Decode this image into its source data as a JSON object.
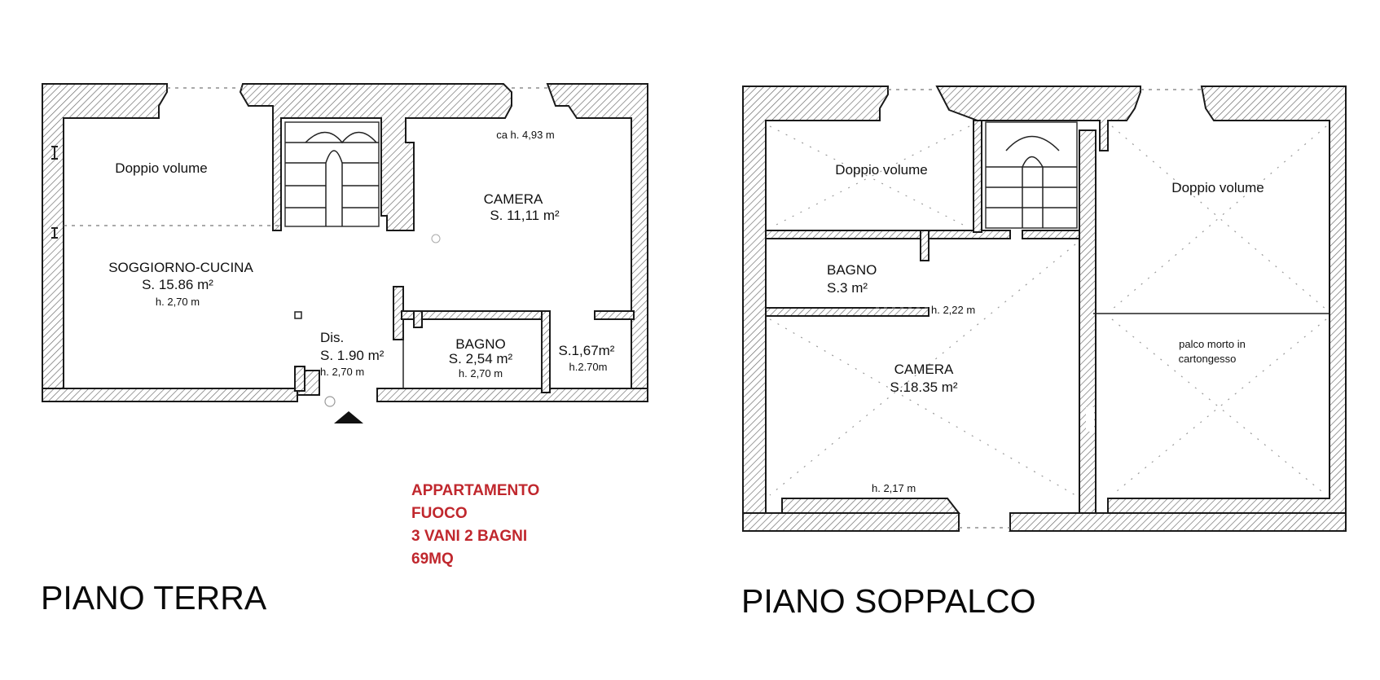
{
  "colors": {
    "accent_text": "#c0272d",
    "wall_line": "#1a1a1a"
  },
  "ground_floor": {
    "title": "PIANO TERRA",
    "rooms": {
      "doppio_volume": "Doppio volume",
      "height_note": "ca h. 4,93 m",
      "camera_name": "CAMERA",
      "camera_area": "S. 11,11 m²",
      "soggiorno_name": "SOGGIORNO-CUCINA",
      "soggiorno_area": "S. 15.86 m²",
      "soggiorno_height": "h. 2,70 m",
      "dis_name": "Dis.",
      "dis_area": "S. 1.90 m²",
      "dis_height": "h. 2,70 m",
      "bagno_name": "BAGNO",
      "bagno_area": "S. 2,54 m²",
      "bagno_height": "h. 2,70 m",
      "small_area": "S.1,67m²",
      "small_height": "h.2.70m"
    }
  },
  "mezzanine": {
    "title": "PIANO SOPPALCO",
    "rooms": {
      "doppio_volume_left": "Doppio volume",
      "doppio_volume_right": "Doppio volume",
      "bagno_name": "BAGNO",
      "bagno_area": "S.3 m²",
      "height_note_1": "h. 2,22 m",
      "camera_name": "CAMERA",
      "camera_area": "S.18.35 m²",
      "palco_line1": "palco morto in",
      "palco_line2": "cartongesso",
      "height_note_2": "h. 2,17 m"
    }
  },
  "listing": {
    "line1": "APPARTAMENTO",
    "line2": "FUOCO",
    "line3": "3 VANI  2 BAGNI",
    "line4": "69MQ"
  }
}
